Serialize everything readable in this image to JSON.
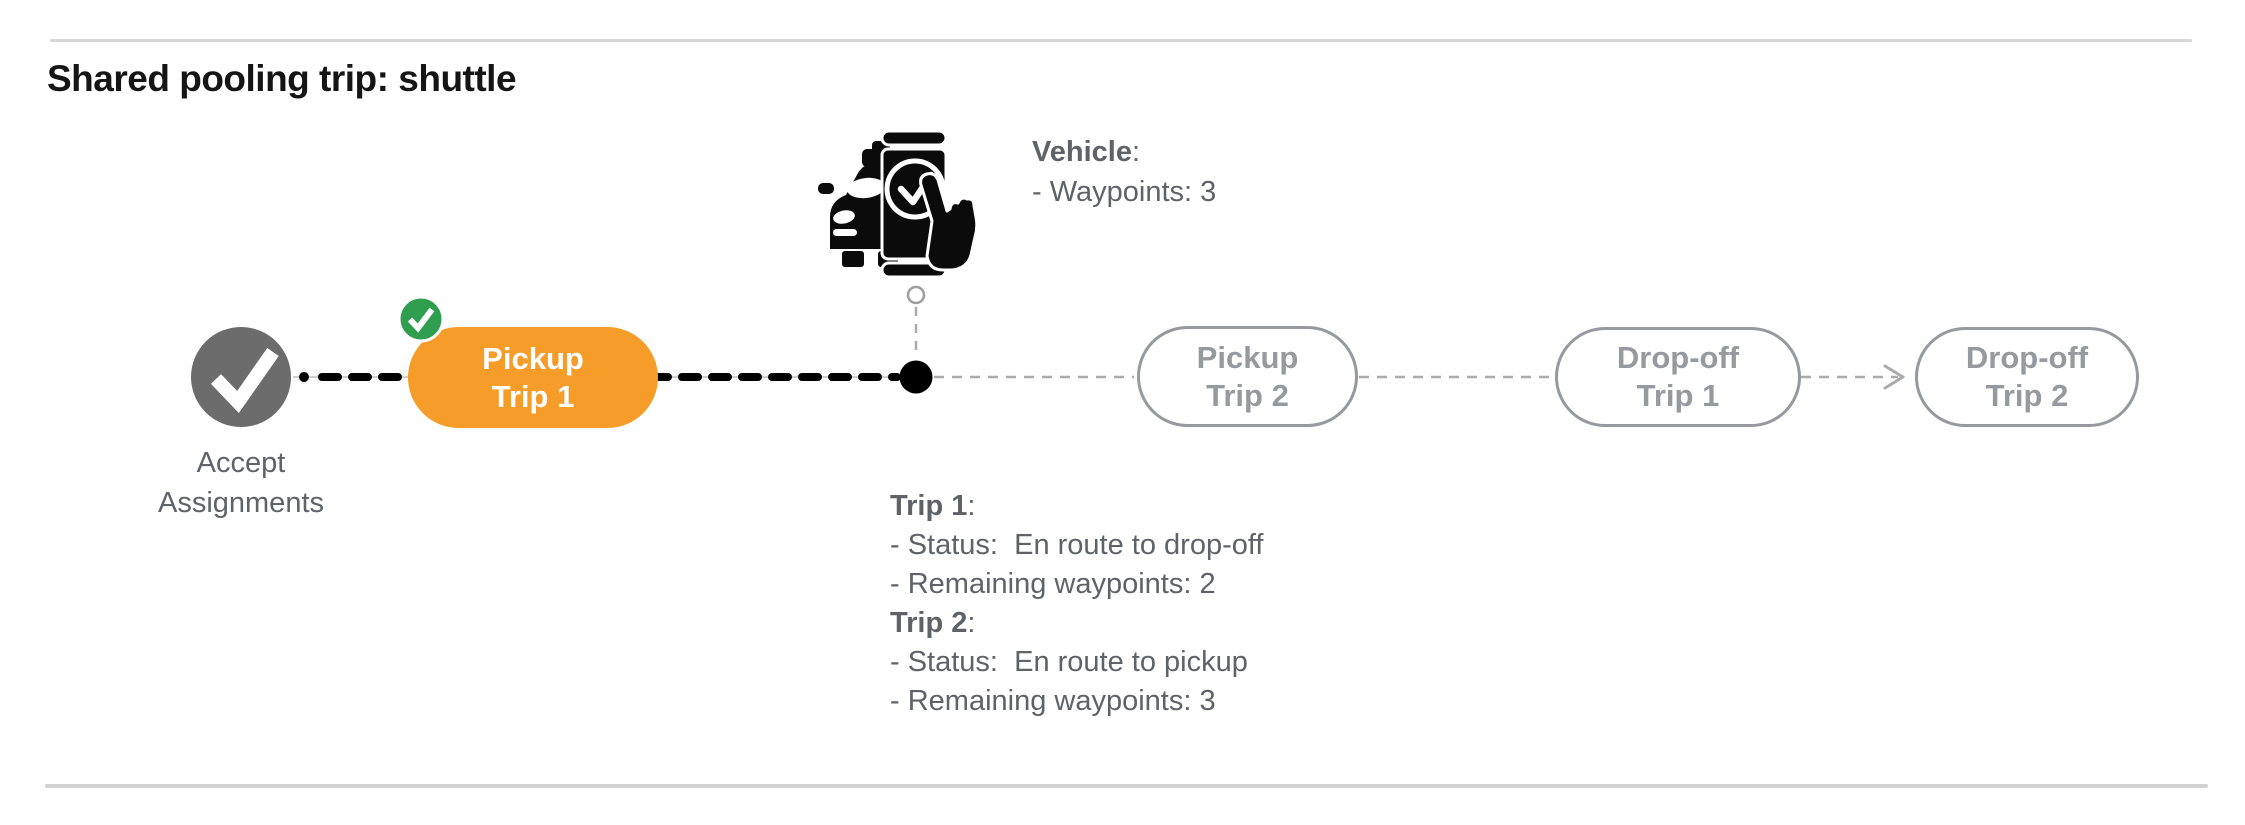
{
  "title": "Shared pooling trip: shuttle",
  "colon": ":",
  "vehicle": {
    "icon": "autonomous-car-phone-check-icon",
    "label": "Vehicle",
    "waypoints_line": "- Waypoints: 3"
  },
  "timeline": {
    "start_node": {
      "icon": "check-icon",
      "label_line1": "Accept",
      "label_line2": "Assignments",
      "state": "completed"
    },
    "current_position_marker": "vehicle-position-dot",
    "nodes": [
      {
        "line1": "Pickup",
        "line2": "Trip 1",
        "state": "active",
        "badge": "completed-check-badge"
      },
      {
        "line1": "Pickup",
        "line2": "Trip 2",
        "state": "pending"
      },
      {
        "line1": "Drop-off",
        "line2": "Trip 1",
        "state": "pending"
      },
      {
        "line1": "Drop-off",
        "line2": "Trip 2",
        "state": "pending"
      }
    ]
  },
  "trips": [
    {
      "name": "Trip 1",
      "status_line": "- Status:  En route to drop-off",
      "waypoints_line": "- Remaining waypoints: 2"
    },
    {
      "name": "Trip 2",
      "status_line": "- Status:  En route to pickup",
      "waypoints_line": "- Remaining waypoints: 3"
    }
  ],
  "colors": {
    "accent_orange": "#f59d28",
    "badge_green": "#2f9e4f",
    "completed_node_gray": "#6c6c6c",
    "pending_outline_gray": "#96999e",
    "text_gray": "#5f6368",
    "connector_black": "#000000",
    "connector_gray": "#ababab",
    "divider_gray": "#d7d7d7"
  }
}
